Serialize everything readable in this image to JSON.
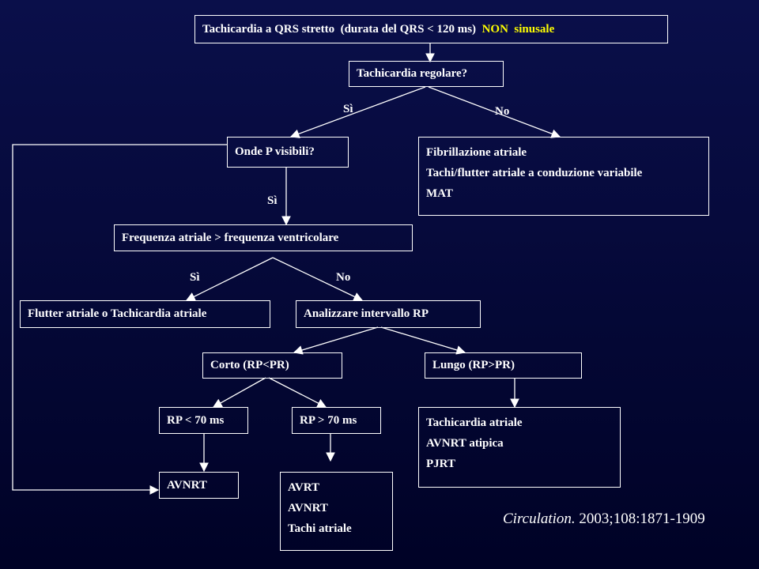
{
  "nodes": {
    "start": {
      "text": "Tachicardia a QRS stretto  (durata del QRS < 120 ms)  ",
      "highlight": "NON  sinusale"
    },
    "regular": {
      "text": "Tachicardia regolare?"
    },
    "p_visible": {
      "text": "Onde P visibili?"
    },
    "irregular": {
      "lines": [
        "Fibrillazione atriale",
        "Tachi/flutter atriale a conduzione variabile",
        "MAT"
      ]
    },
    "atrial_rate": {
      "text": "Frequenza atriale > frequenza ventricolare"
    },
    "flutter": {
      "text": "Flutter atriale o Tachicardia atriale"
    },
    "analyze_rp": {
      "text": "Analizzare intervallo RP"
    },
    "short_rp": {
      "text": "Corto (RP<PR)"
    },
    "long_rp": {
      "text": "Lungo (RP>PR)"
    },
    "rp_lt70": {
      "text": "RP < 70 ms"
    },
    "rp_gt70": {
      "text": "RP > 70 ms"
    },
    "long_result": {
      "lines": [
        "Tachicardia atriale",
        "AVNRT atipica",
        "PJRT"
      ]
    },
    "avnrt": {
      "text": "AVNRT"
    },
    "gt70_result": {
      "lines": [
        "AVRT",
        "AVNRT",
        "Tachi atriale"
      ]
    }
  },
  "edge_labels": {
    "regular_yes": "Sì",
    "regular_no": "No",
    "p_yes": "Sì",
    "rate_yes": "Sì",
    "rate_no": "No"
  },
  "citation": {
    "journal": "Circulation.",
    "ref": " 2003;108:1871-1909"
  }
}
